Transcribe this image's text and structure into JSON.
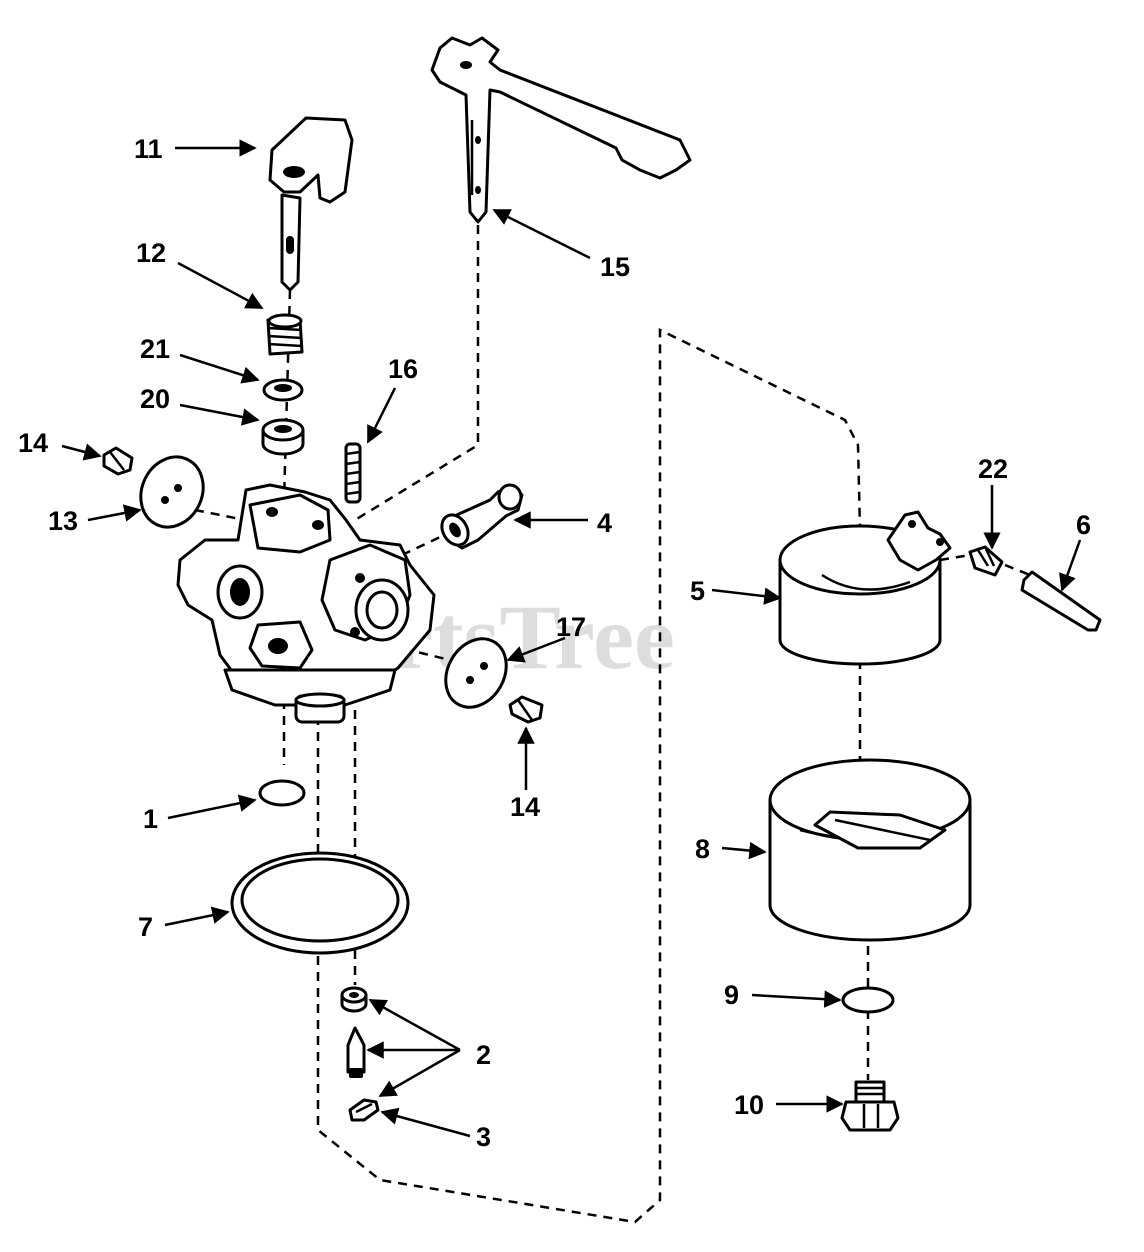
{
  "diagram": {
    "watermark": "PartsTree",
    "callouts": {
      "c1": "1",
      "c2": "2",
      "c3": "3",
      "c4": "4",
      "c5": "5",
      "c6": "6",
      "c7": "7",
      "c8": "8",
      "c9": "9",
      "c10": "10",
      "c11": "11",
      "c12": "12",
      "c13": "13",
      "c14a": "14",
      "c14b": "14",
      "c15": "15",
      "c16": "16",
      "c17": "17",
      "c20": "20",
      "c21": "21",
      "c22": "22"
    },
    "colors": {
      "ink": "#000000",
      "paper": "#ffffff"
    }
  }
}
